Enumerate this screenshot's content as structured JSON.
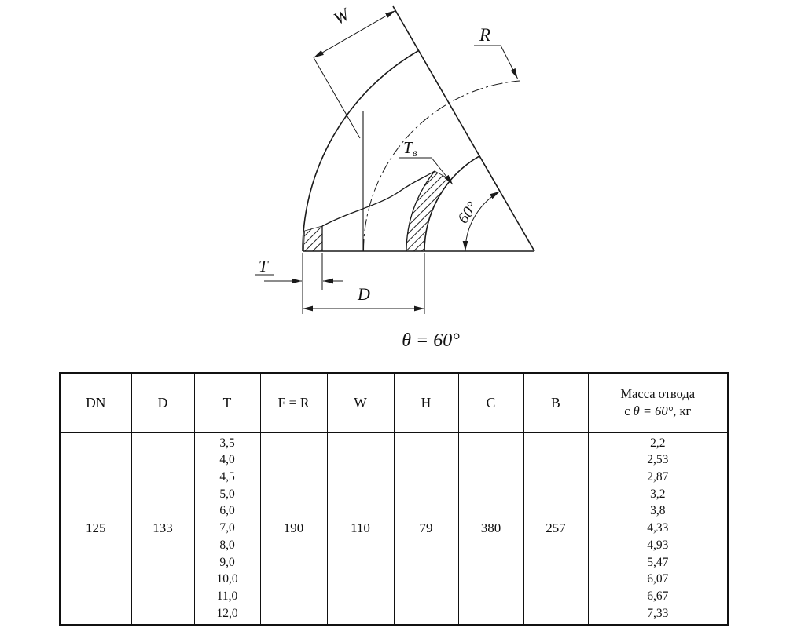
{
  "drawing": {
    "labels": {
      "w": "W",
      "r": "R",
      "t": "T",
      "d": "D",
      "t_inner_main": "T",
      "t_inner_sub": "в",
      "angle": "60°"
    },
    "caption": "θ = 60°"
  },
  "table": {
    "headers": [
      "DN",
      "D",
      "T",
      "F = R",
      "W",
      "H",
      "C",
      "B"
    ],
    "mass_header": {
      "line1": "Масса отвода",
      "line2_pre": "с ",
      "line2_italic": "θ = 60°",
      "line2_post": ", кг"
    },
    "row": {
      "dn": "125",
      "d": "133",
      "t_values": [
        "3,5",
        "4,0",
        "4,5",
        "5,0",
        "6,0",
        "7,0",
        "8,0",
        "9,0",
        "10,0",
        "11,0",
        "12,0"
      ],
      "f_r": "190",
      "w": "110",
      "h": "79",
      "c": "380",
      "b": "257",
      "mass_values": [
        "2,2",
        "2,53",
        "2,87",
        "3,2",
        "3,8",
        "4,33",
        "4,93",
        "5,47",
        "6,07",
        "6,67",
        "7,33"
      ]
    }
  }
}
